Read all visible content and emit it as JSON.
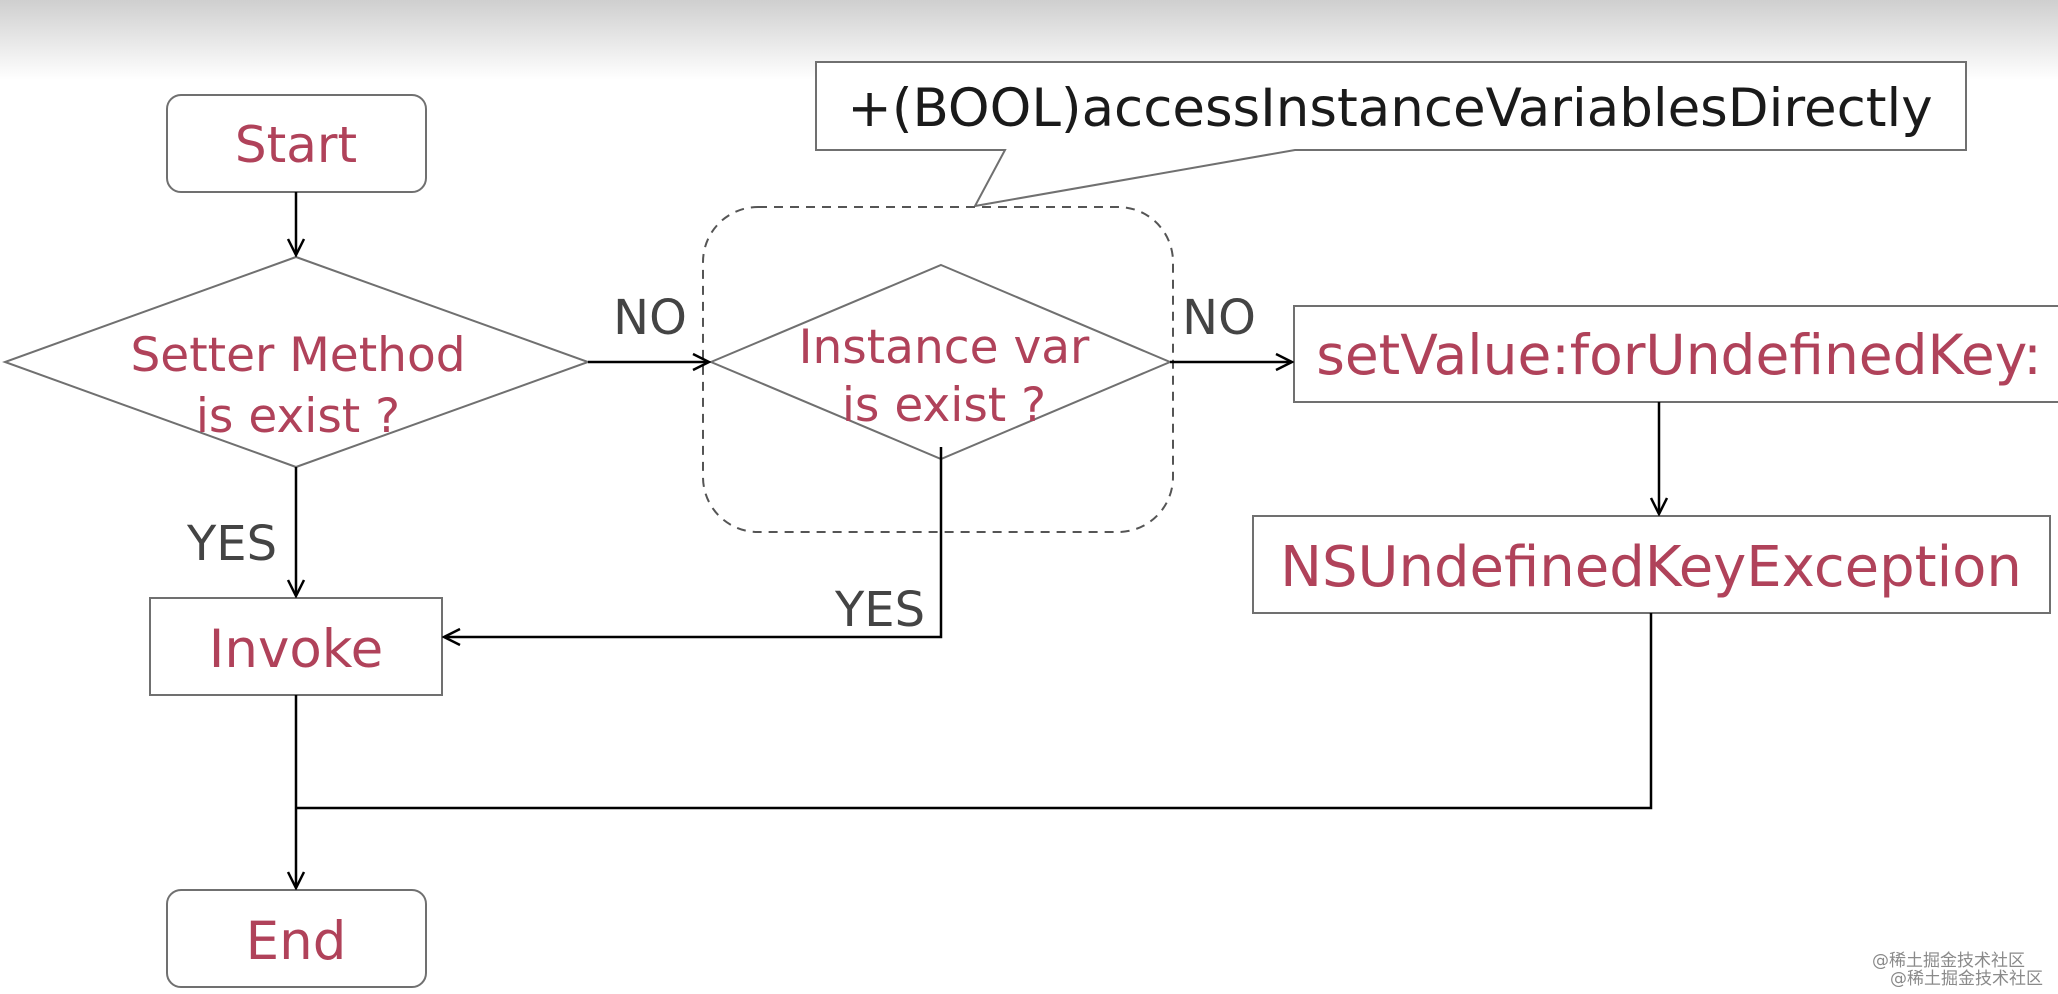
{
  "nodes": {
    "start": "Start",
    "setter_decision_line1": "Setter Method",
    "setter_decision_line2": "is exist ?",
    "ivar_decision_line1": "Instance var",
    "ivar_decision_line2": "is exist ?",
    "invoke": "Invoke",
    "undefined_key": "setValue:forUndefinedKey:",
    "exception": "NSUndefinedKeyException",
    "end": "End"
  },
  "callout": "+(BOOL)accessInstanceVariablesDirectly",
  "edge_labels": {
    "setter_no": "NO",
    "setter_yes": "YES",
    "ivar_no": "NO",
    "ivar_yes": "YES"
  },
  "watermark": {
    "line1": "@稀土掘金技术社区",
    "line2": "@稀土掘金技术社区"
  },
  "colors": {
    "node_text": "#b0425a",
    "label_text": "#444444",
    "box_stroke": "#707070"
  }
}
